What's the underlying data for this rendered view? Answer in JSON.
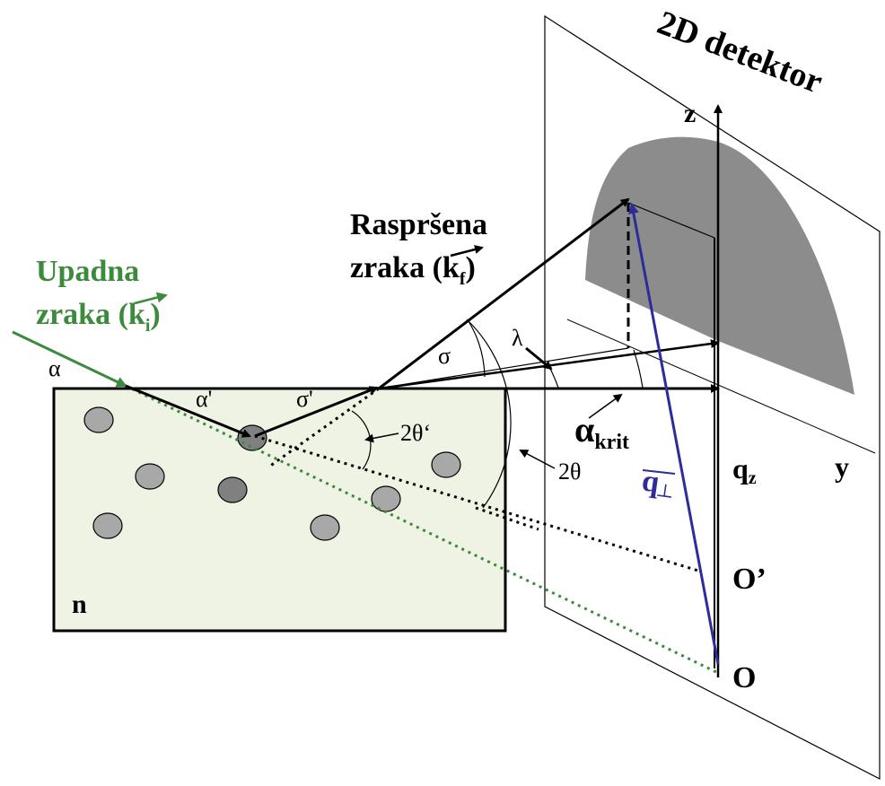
{
  "detector": {
    "title": "2D detektor",
    "axis_z": "z",
    "axis_y": "y"
  },
  "incident": {
    "line1": "Upadna",
    "line2": "zraka (k",
    "subscript": "i",
    "close": ")"
  },
  "scattered": {
    "line1": "Raspršena",
    "line2": "zraka (k",
    "subscript": "f",
    "close": ")"
  },
  "angles": {
    "alpha": "α",
    "alpha_prime": "α'",
    "sigma": "σ",
    "sigma_prime": "σ'",
    "lambda": "λ",
    "two_theta_prime": "2θ‘",
    "two_theta": "2θ",
    "alpha_krit_main": "α",
    "alpha_krit_sub": "krit"
  },
  "vectors": {
    "q_perp": "q",
    "q_perp_sub": "┴",
    "q_z": "q",
    "q_z_sub": "z"
  },
  "points": {
    "O": "O",
    "O_prime": "O’"
  },
  "sample": {
    "label": "n"
  },
  "colors": {
    "incident_green": "#3c8a3c",
    "q_blue": "#2c2c9a",
    "sample_fill": "#eef3e4",
    "particle_fill": "#a8a8a8",
    "particle_dark": "#808080",
    "scatter_gray": "#8c8c8c"
  }
}
